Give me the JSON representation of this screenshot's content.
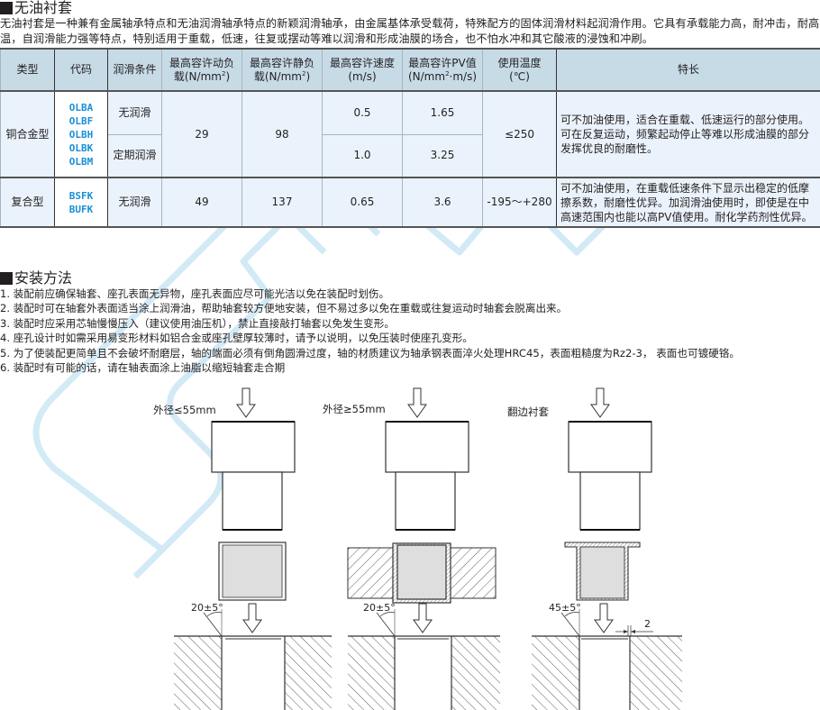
{
  "section1": {
    "title": "无油衬套",
    "intro": "无油衬套是一种兼有金属轴承特点和无油润滑轴承特点的新颖润滑轴承，由金属基体承受载荷，特殊配方的固体润滑材料起润滑作用。它具有承载能力高，耐冲击，耐高温，自润滑能力强等特点，特别适用于重载，低速，往复或摆动等难以润滑和形成油膜的场合，也不怕水冲和其它酸液的浸蚀和冲刷。"
  },
  "table": {
    "headers": {
      "type": "类型",
      "code": "代码",
      "lube": "润滑条件",
      "dyn_load_1": "最高容许动负",
      "dyn_load_2": "载(N/mm",
      "dyn_load_sup": "2",
      "dyn_load_3": ")",
      "stat_load_1": "最高容许静负",
      "stat_load_2": "载(N/mm",
      "stat_load_sup": "2",
      "stat_load_3": ")",
      "speed_1": "最高容许速度",
      "speed_2": "(m/s)",
      "pv_1": "最高容许PV值",
      "pv_2": "(N/mm",
      "pv_sup": "2",
      "pv_3": "·m/s)",
      "temp_1": "使用温度",
      "temp_2": "(℃)",
      "feature": "特长"
    },
    "rows": [
      {
        "type": "铜合金型",
        "codes": [
          "OLBA",
          "OLBF",
          "OLBH",
          "OLBK",
          "OLBM"
        ],
        "sub": [
          {
            "lube": "无润滑",
            "speed": "0.5",
            "pv": "1.65"
          },
          {
            "lube": "定期润滑",
            "speed": "1.0",
            "pv": "3.25"
          }
        ],
        "dyn_load": "29",
        "stat_load": "98",
        "temp": "≤250",
        "feature": "可不加油使用，适合在重载、低速运行的部分使用。可在反复运动，频繁起动停止等难以形成油膜的部分发挥优良的耐磨性。"
      },
      {
        "type": "复合型",
        "codes": [
          "BSFK",
          "BUFK"
        ],
        "lube": "无润滑",
        "dyn_load": "49",
        "stat_load": "137",
        "speed": "0.65",
        "pv": "3.6",
        "temp": "-195～+280",
        "feature": "可不加油使用，在重载低速条件下显示出稳定的低摩擦系数，耐磨性优异。加润滑油使用时，即使是在中高速范围内也能以高PV值使用。耐化学药剂性优异。"
      }
    ]
  },
  "section2": {
    "title": "安装方法",
    "steps": [
      "1. 装配前应确保轴套、座孔表面无异物，座孔表面应尽可能光洁以免在装配时划伤。",
      "2. 装配时可在轴套外表面适当涂上润滑油，帮助轴套较方便地安装，但不易过多以免在重载或往复运动时轴套会脱离出来。",
      "3. 装配时应采用芯轴慢慢压入（建议使用油压机），禁止直接敲打轴套以免发生变形。",
      "4. 座孔设计时如需采用易变形材料如铝合金或座孔壁厚较薄时，请予以说明，以免压装时使座孔变形。",
      "5. 为了使装配更简单且不会破坏耐磨层，轴的端面必须有倒角圆滑过度，轴的材质建议为轴承钢表面淬火处理HRC45，表面粗糙度为Rz2-3，  表面也可镀硬铬。",
      "6. 装配时有可能的话，请在轴表面涂上油脂以缩短轴套走合期"
    ]
  },
  "diagrams": [
    {
      "label": "外径≤55mm",
      "angle": "20±5°"
    },
    {
      "label": "外径≥55mm",
      "angle": "20±5°"
    },
    {
      "label": "翻边衬套",
      "angle": "45±5°",
      "gap": "2"
    }
  ],
  "colors": {
    "header_bg": "#c7dbe7",
    "cell_bg": "#eaf3fb",
    "code_text": "#1a8fd6",
    "watermark": "#bfe3f2"
  }
}
